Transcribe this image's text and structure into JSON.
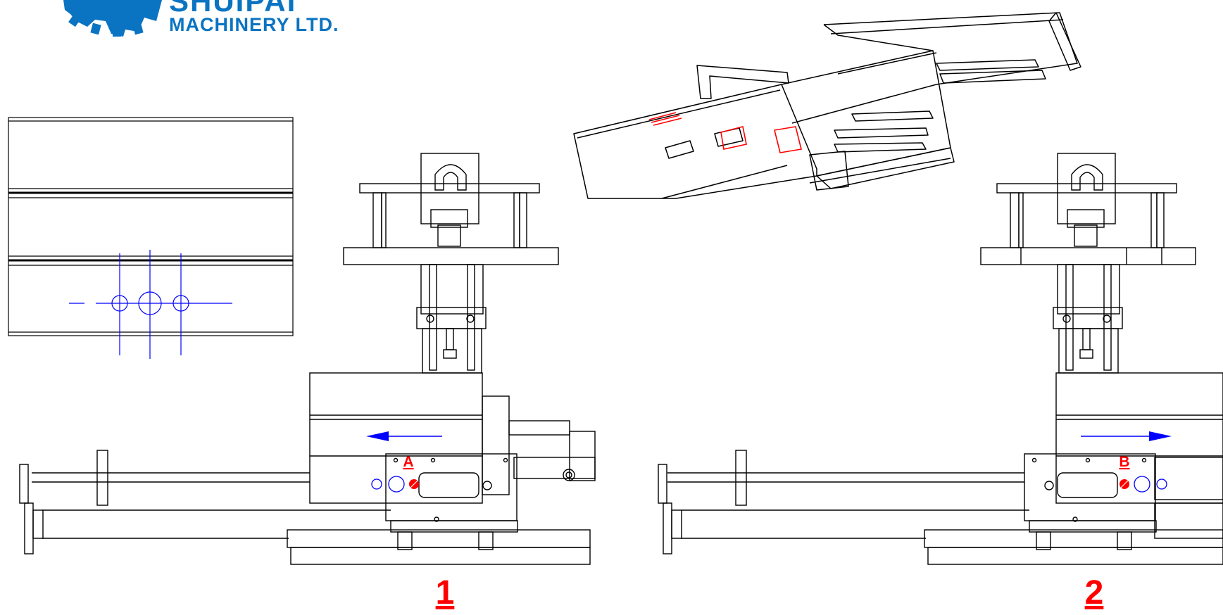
{
  "logo": {
    "company_top": "SHUIPAI",
    "company_bottom": "MACHINERY LTD."
  },
  "callouts": {
    "a": "A",
    "b": "B"
  },
  "views": {
    "one": "1",
    "two": "2"
  },
  "colors": {
    "line": "#000000",
    "brand_blue": "#0a74c2",
    "dim_blue": "#0000ff",
    "highlight_red": "#ff0000"
  },
  "icons": [
    "gear-logo-icon",
    "arrow-left-icon",
    "arrow-right-icon"
  ]
}
